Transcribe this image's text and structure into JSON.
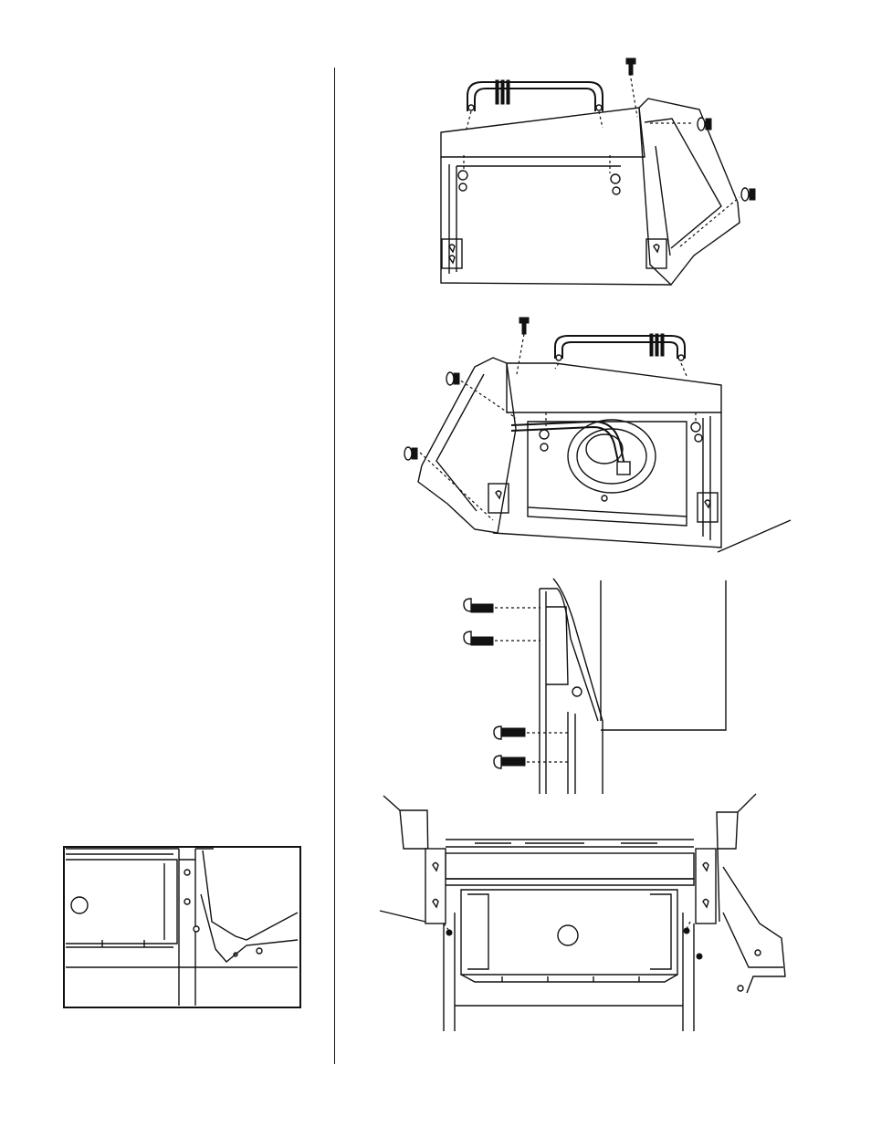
{
  "page": {
    "figures": [
      {
        "name": "figure-side-shelf-left-assembly",
        "icons": [
          "handle-icon",
          "bolt-icon",
          "washer-nut-icon"
        ]
      },
      {
        "name": "figure-side-shelf-right-burner",
        "icons": [
          "handle-icon",
          "bolt-icon",
          "side-burner-icon",
          "washer-nut-icon"
        ]
      },
      {
        "name": "figure-screw-attachment-detail",
        "icons": [
          "screw-icon"
        ]
      },
      {
        "name": "figure-cart-front-view",
        "icons": [
          "keyhole-bracket-icon",
          "screw-icon"
        ]
      },
      {
        "name": "figure-inset-detail",
        "icons": [
          "screw-icon"
        ]
      }
    ]
  }
}
